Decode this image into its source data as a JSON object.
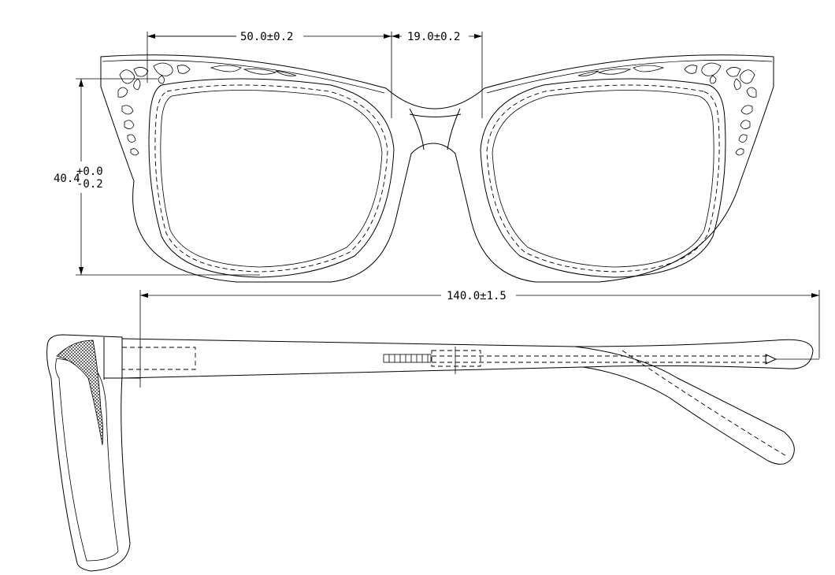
{
  "dimensions": {
    "lens_width": "50.0±0.2",
    "bridge_width": "19.0±0.2",
    "lens_height": "40.4",
    "lens_height_tol_plus": "+0.0",
    "lens_height_tol_minus": "-0.2",
    "temple_length": "140.0±1.5"
  }
}
